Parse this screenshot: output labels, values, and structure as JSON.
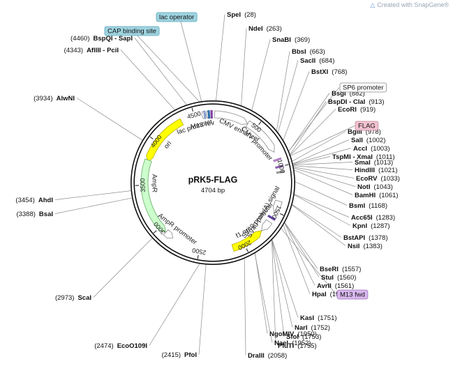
{
  "watermark": {
    "text": "Created with SnapGene®",
    "icon": "snapgene-logo-icon"
  },
  "plasmid": {
    "name": "pRK5-FLAG",
    "length_label": "4704 bp",
    "length": 4704
  },
  "ticks": [
    {
      "pos": 500,
      "label": "500"
    },
    {
      "pos": 1000,
      "label": "1000"
    },
    {
      "pos": 1500,
      "label": "1500"
    },
    {
      "pos": 2000,
      "label": "2000"
    },
    {
      "pos": 2500,
      "label": "2500"
    },
    {
      "pos": 3000,
      "label": "3000"
    },
    {
      "pos": 3500,
      "label": "3500"
    },
    {
      "pos": 4000,
      "label": "4000"
    },
    {
      "pos": 4500,
      "label": "4500"
    }
  ],
  "features": [
    {
      "name": "CMV enhancer",
      "start": 20,
      "end": 400,
      "color": "#ffffff",
      "stroke": "#888888",
      "dir": 1
    },
    {
      "name": "CMV promoter",
      "start": 400,
      "end": 830,
      "color": "#ffffff",
      "stroke": "#888888",
      "dir": 1
    },
    {
      "name": "ori",
      "start": 3760,
      "end": 4350,
      "color": "#ffff00",
      "stroke": "#b8a800",
      "dir": -1
    },
    {
      "name": "AmpR",
      "start": 2920,
      "end": 3780,
      "color": "#ccffcc",
      "stroke": "#66aa66",
      "dir": -1
    },
    {
      "name": "AmpR promoter",
      "start": 2820,
      "end": 2920,
      "color": "#ffffff",
      "stroke": "#888888",
      "dir": -1
    },
    {
      "name": "f1 ori",
      "start": 1760,
      "end": 2130,
      "color": "#ffff00",
      "stroke": "#b8a800",
      "dir": -1
    },
    {
      "name": "SV40 promoter",
      "start": 1630,
      "end": 1760,
      "color": "#ffffff",
      "stroke": "#888888",
      "dir": 1
    },
    {
      "name": "SV40 poly(A) signal",
      "start": 1380,
      "end": 1520,
      "color": "#ffffff",
      "stroke": "#888888",
      "dir": 1
    },
    {
      "name": "lac promoter",
      "start": 4580,
      "end": 4610,
      "color": "#ffffff",
      "stroke": "#888888",
      "dir": -1
    },
    {
      "name": "M13 rev",
      "start": 4630,
      "end": 4650,
      "color": "#ffffff",
      "stroke": "#888888",
      "dir": -1
    }
  ],
  "feature_labels": [
    {
      "text": "CMV enhancer",
      "pos": 350
    },
    {
      "text": "CMV promoter",
      "pos": 630
    },
    {
      "text": "ori",
      "pos": 4050
    },
    {
      "text": "AmpR",
      "pos": 3520
    },
    {
      "text": "AmpR promoter",
      "pos": 2840
    },
    {
      "text": "f1 ori",
      "pos": 1950
    },
    {
      "text": "SV40 promoter",
      "pos": 1700
    },
    {
      "text": "SV40 poly(A) signal",
      "pos": 1570
    },
    {
      "text": "lac promoter",
      "pos": 4470
    },
    {
      "text": "M13 rev",
      "pos": 4570
    }
  ],
  "small_marks": [
    {
      "pos": 4615,
      "color": "#8aa0d0"
    },
    {
      "pos": 4660,
      "color": "#2a6fa8"
    },
    {
      "pos": 4690,
      "color": "#8040a0"
    },
    {
      "pos": 920,
      "color": "#b080c0"
    },
    {
      "pos": 1000,
      "color": "#9060b0"
    },
    {
      "pos": 1580,
      "color": "#6040a0"
    },
    {
      "pos": 1060,
      "color": "#999999"
    }
  ],
  "boxed_labels": [
    {
      "text": "lac operator",
      "style": "teal"
    },
    {
      "text": "CAP binding site",
      "style": "teal"
    },
    {
      "text": "SP6 promoter",
      "style": "white"
    },
    {
      "text": "FLAG",
      "style": "pink"
    },
    {
      "text": "M13 fwd",
      "style": "violet"
    }
  ],
  "sites_right": [
    {
      "name": "SpeI",
      "pos": "(28)",
      "at": 28
    },
    {
      "name": "NdeI",
      "pos": "(263)",
      "at": 263
    },
    {
      "name": "SnaBI",
      "pos": "(369)",
      "at": 369
    },
    {
      "name": "BbsI",
      "pos": "(663)",
      "at": 663
    },
    {
      "name": "SacII",
      "pos": "(684)",
      "at": 684
    },
    {
      "name": "BstXI",
      "pos": "(768)",
      "at": 768
    },
    {
      "name": "BsgI",
      "pos": "(882)",
      "at": 882
    },
    {
      "name": "BspDI - ClaI",
      "pos": "(913)",
      "at": 913
    },
    {
      "name": "EcoRI",
      "pos": "(919)",
      "at": 919
    },
    {
      "name": "BglII",
      "pos": "(978)",
      "at": 978
    },
    {
      "name": "SalI",
      "pos": "(1002)",
      "at": 1002
    },
    {
      "name": "AccI",
      "pos": "(1003)",
      "at": 1003
    },
    {
      "name": "TspMI - XmaI",
      "pos": "(1011)",
      "at": 1011
    },
    {
      "name": "SmaI",
      "pos": "(1013)",
      "at": 1013
    },
    {
      "name": "HindIII",
      "pos": "(1021)",
      "at": 1021
    },
    {
      "name": "EcoRV",
      "pos": "(1033)",
      "at": 1033
    },
    {
      "name": "NotI",
      "pos": "(1043)",
      "at": 1043
    },
    {
      "name": "BamHI",
      "pos": "(1061)",
      "at": 1061
    },
    {
      "name": "BsmI",
      "pos": "(1168)",
      "at": 1168
    },
    {
      "name": "Acc65I",
      "pos": "(1283)",
      "at": 1283
    },
    {
      "name": "KpnI",
      "pos": "(1287)",
      "at": 1287
    },
    {
      "name": "BstAPI",
      "pos": "(1378)",
      "at": 1378
    },
    {
      "name": "NsiI",
      "pos": "(1383)",
      "at": 1383
    },
    {
      "name": "BseRI",
      "pos": "(1557)",
      "at": 1557
    },
    {
      "name": "StuI",
      "pos": "(1560)",
      "at": 1560
    },
    {
      "name": "AvrII",
      "pos": "(1561)",
      "at": 1561
    },
    {
      "name": "HpaI",
      "pos": "(1584)",
      "at": 1584
    },
    {
      "name": "KasI",
      "pos": "(1751)",
      "at": 1751
    },
    {
      "name": "NarI",
      "pos": "(1752)",
      "at": 1752
    },
    {
      "name": "SfoI",
      "pos": "(1753)",
      "at": 1753
    },
    {
      "name": "PluTI",
      "pos": "(1755)",
      "at": 1755
    },
    {
      "name": "NgoMIV",
      "pos": "(1950)",
      "at": 1950
    },
    {
      "name": "NaeI",
      "pos": "(1952)",
      "at": 1952
    },
    {
      "name": "DraIII",
      "pos": "(2058)",
      "at": 2058
    }
  ],
  "sites_left": [
    {
      "name": "BspQI - SapI",
      "pos": "(4460)",
      "at": 4460
    },
    {
      "name": "AflIII - PciI",
      "pos": "(4343)",
      "at": 4343
    },
    {
      "name": "AlwNI",
      "pos": "(3934)",
      "at": 3934
    },
    {
      "name": "AhdI",
      "pos": "(3454)",
      "at": 3454
    },
    {
      "name": "BsaI",
      "pos": "(3388)",
      "at": 3388
    },
    {
      "name": "ScaI",
      "pos": "(2973)",
      "at": 2973
    },
    {
      "name": "EcoO109I",
      "pos": "(2474)",
      "at": 2474
    },
    {
      "name": "PfoI",
      "pos": "(2415)",
      "at": 2415
    }
  ]
}
